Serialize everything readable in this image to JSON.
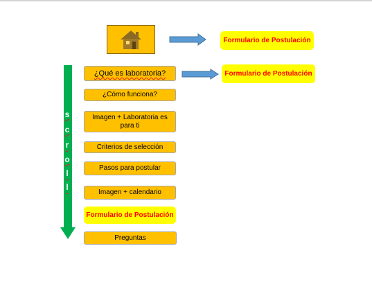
{
  "header": {
    "home_icon": "house-icon",
    "cta_label": "Formulario de Postulación"
  },
  "scroll_label": [
    "s",
    "c",
    "r",
    "o",
    "l",
    "l"
  ],
  "menu": {
    "items": [
      "¿Qué es laboratoria?",
      "¿Cómo funciona?",
      "Imagen + Laboratoria es para ti",
      "Criterios de selección",
      "Pasos para postular",
      "Imagen + calendario",
      "Formulario de Postulación",
      "Preguntas"
    ],
    "side_cta_label": "Formulario de Postulación"
  },
  "colors": {
    "button_fill": "#ffc000",
    "cta_fill": "#ffff00",
    "cta_text": "#ff0000",
    "arrow_fill": "#5b9bd5",
    "scroll_arrow": "#00b050"
  }
}
